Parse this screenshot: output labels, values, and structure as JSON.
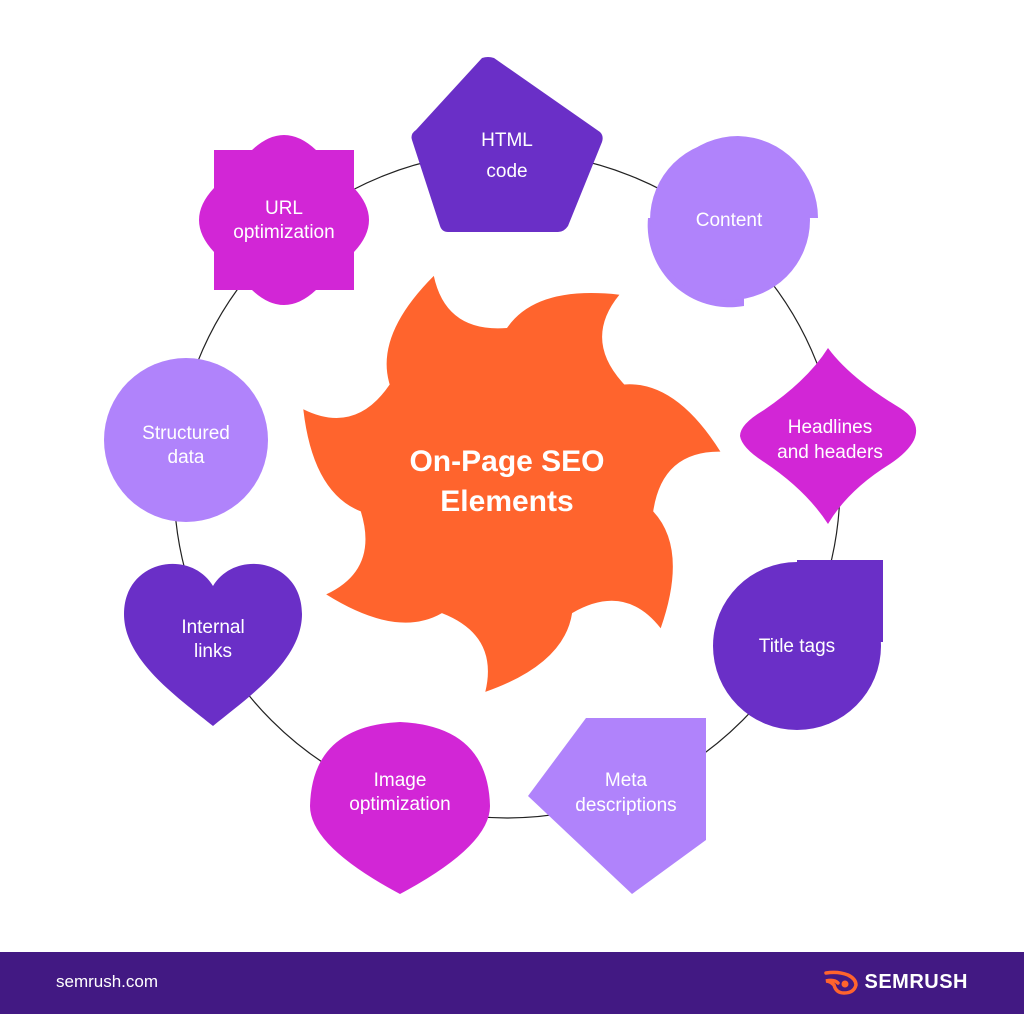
{
  "center": {
    "line1": "On-Page SEO",
    "line2": "Elements"
  },
  "nodes": {
    "html_code": {
      "line1": "HTML",
      "line2": "code"
    },
    "content": {
      "line1": "Content"
    },
    "headlines": {
      "line1": "Headlines",
      "line2": "and headers"
    },
    "title_tags": {
      "line1": "Title tags"
    },
    "meta": {
      "line1": "Meta",
      "line2": "descriptions"
    },
    "image": {
      "line1": "Image",
      "line2": "optimization"
    },
    "internal_links": {
      "line1": "Internal",
      "line2": "links"
    },
    "structured_data": {
      "line1": "Structured",
      "line2": "data"
    },
    "url": {
      "line1": "URL",
      "line2": "optimization"
    }
  },
  "footer": {
    "site": "semrush.com",
    "brand": "SEMRUSH"
  },
  "colors": {
    "dark_purple": "#6a2fc7",
    "magenta": "#d226d6",
    "light_purple": "#b083fb",
    "orange": "#ff642d",
    "footer_bg": "#421983"
  }
}
